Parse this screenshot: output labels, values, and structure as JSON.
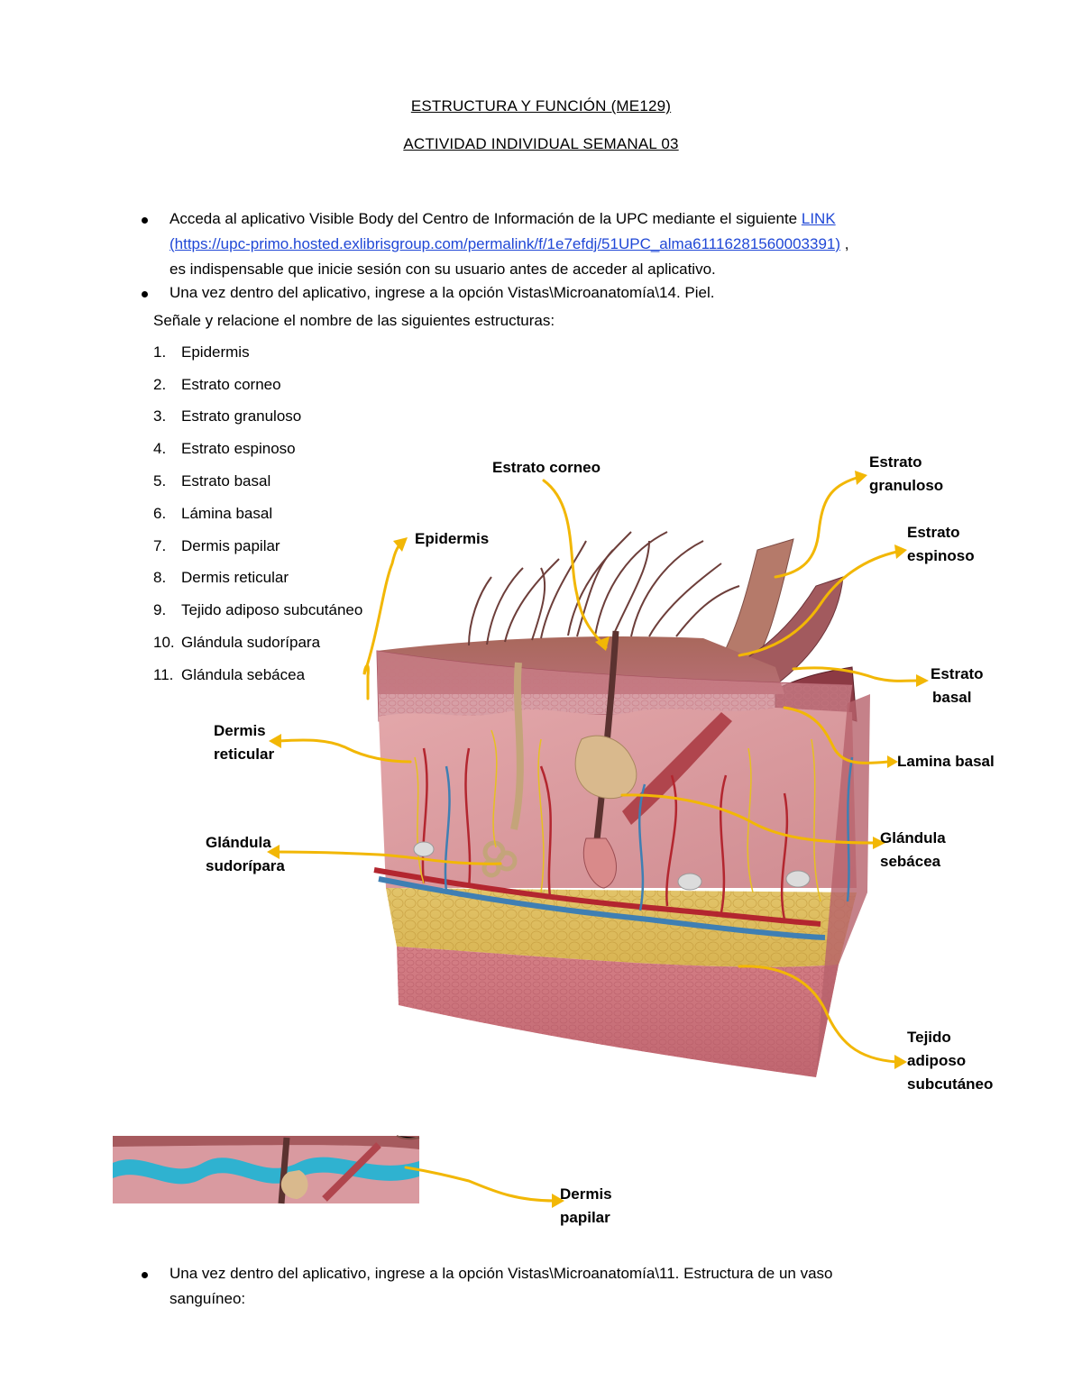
{
  "header": {
    "title": "ESTRUCTURA Y FUNCIÓN (ME129)",
    "subtitle": "ACTIVIDAD INDIVIDUAL SEMANAL 03"
  },
  "instructions": {
    "b1_before": "Acceda al aplicativo Visible Body del Centro de Información de la UPC mediante el siguiente ",
    "b1_link": "LINK",
    "b1_url": "(https://upc-primo.hosted.exlibrisgroup.com/permalink/f/1e7efdj/51UPC_alma61116281560003391)",
    "b1_after": " ,",
    "b1_line3": "es indispensable que inicie sesión con su usuario antes de acceder al aplicativo.",
    "b2": "Una vez dentro del aplicativo, ingrese a la opción Vistas\\Microanatomía\\14. Piel.",
    "prompt": "Señale y relacione el nombre de las siguientes estructuras:",
    "b3_line1": "Una vez dentro del aplicativo, ingrese a la opción Vistas\\Microanatomía\\11. Estructura de un vaso",
    "b3_line2": "sanguíneo:"
  },
  "structures": [
    {
      "n": "1.",
      "label": "Epidermis"
    },
    {
      "n": "2.",
      "label": "Estrato corneo"
    },
    {
      "n": "3.",
      "label": "Estrato granuloso"
    },
    {
      "n": "4.",
      "label": "Estrato espinoso"
    },
    {
      "n": "5.",
      "label": "Estrato basal"
    },
    {
      "n": "6.",
      "label": "Lámina basal"
    },
    {
      "n": "7.",
      "label": "Dermis papilar"
    },
    {
      "n": "8.",
      "label": "Dermis reticular"
    },
    {
      "n": "9.",
      "label": "Tejido adiposo subcutáneo"
    },
    {
      "n": "10.",
      "label": "Glándula sudorípara"
    },
    {
      "n": "11.",
      "label": "Glándula sebácea"
    }
  ],
  "diagram_labels": {
    "estrato_corneo": "Estrato corneo",
    "estrato_granuloso_1": "Estrato",
    "estrato_granuloso_2": "granuloso",
    "epidermis": "Epidermis",
    "estrato_espinoso_1": "Estrato",
    "estrato_espinoso_2": "espinoso",
    "estrato_basal_1": "Estrato",
    "estrato_basal_2": "basal",
    "dermis_reticular_1": "Dermis",
    "dermis_reticular_2": "reticular",
    "lamina_basal": "Lamina basal",
    "glandula_sudoripara_1": "Glándula",
    "glandula_sudoripara_2": "sudorípara",
    "glandula_sebacea_1": "Glándula",
    "glandula_sebacea_2": "sebácea",
    "tejido_adiposo_1": "Tejido",
    "tejido_adiposo_2": "adiposo",
    "tejido_adiposo_3": "subcutáneo",
    "dermis_papilar_1": "Dermis",
    "dermis_papilar_2": "papilar"
  },
  "colors": {
    "arrow": "#f2b705",
    "link": "#1f47d6"
  }
}
